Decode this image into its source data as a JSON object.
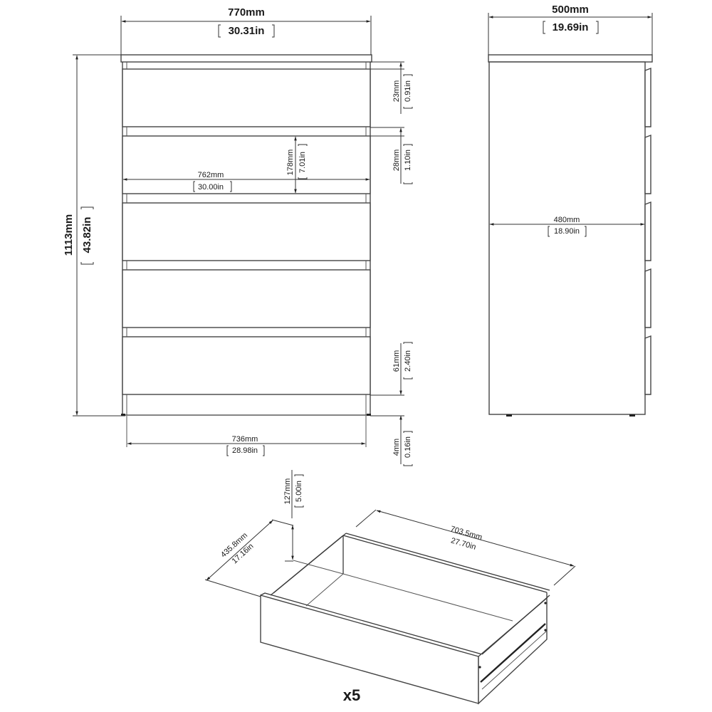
{
  "front_view": {
    "overall_width": {
      "mm": "770mm",
      "in": "30.31in"
    },
    "overall_height": {
      "mm": "1113mm",
      "in": "43.82in"
    },
    "drawer_front_width": {
      "mm": "762mm",
      "in": "30.00in"
    },
    "drawer_front_height": {
      "mm": "178mm",
      "in": "7.01in"
    },
    "top_gap": {
      "mm": "23mm",
      "in": "0.91in"
    },
    "drawer_gap": {
      "mm": "28mm",
      "in": "1.10in"
    },
    "plinth_height": {
      "mm": "61mm",
      "in": "2.40in"
    },
    "foot_height": {
      "mm": "4mm",
      "in": "0.16in"
    },
    "base_width": {
      "mm": "736mm",
      "in": "28.98in"
    },
    "drawer_count_visible": 5
  },
  "side_view": {
    "overall_depth": {
      "mm": "500mm",
      "in": "19.69in"
    },
    "body_depth": {
      "mm": "480mm",
      "in": "18.90in"
    }
  },
  "drawer_detail": {
    "depth": {
      "mm": "435.8mm",
      "in": "17.16in"
    },
    "width": {
      "mm": "703.5mm",
      "in": "27.70in"
    },
    "height": {
      "mm": "127mm",
      "in": "5.00in"
    },
    "quantity_label": "x5"
  },
  "colors": {
    "line": "#3a3a3a",
    "background": "#ffffff",
    "text": "#1a1a1a"
  }
}
